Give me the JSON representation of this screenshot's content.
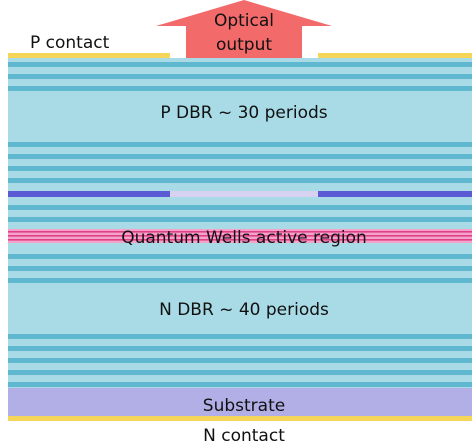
{
  "labels": {
    "p_contact": "P contact",
    "optical_output_line1": "Optical",
    "optical_output_line2": "output",
    "p_dbr": "P DBR ~ 30 periods",
    "active_region": "Quantum Wells active region",
    "n_dbr": "N DBR ~ 40 periods",
    "substrate": "Substrate",
    "n_contact": "N contact"
  },
  "colors": {
    "background": "#ffffff",
    "dbr_base": "#a8dbe6",
    "dbr_stripe": "#5fb8d0",
    "contact": "#f5d55a",
    "arrow": "#f26a6a",
    "arrow_text": "#ffffff",
    "oxide_layer": "#5b5bd6",
    "oxide_aperture": "#d8d2f2",
    "quantum_well_base": "#f4a3c9",
    "quantum_well_line": "#e0408a",
    "substrate": "#b2aee6"
  }
}
